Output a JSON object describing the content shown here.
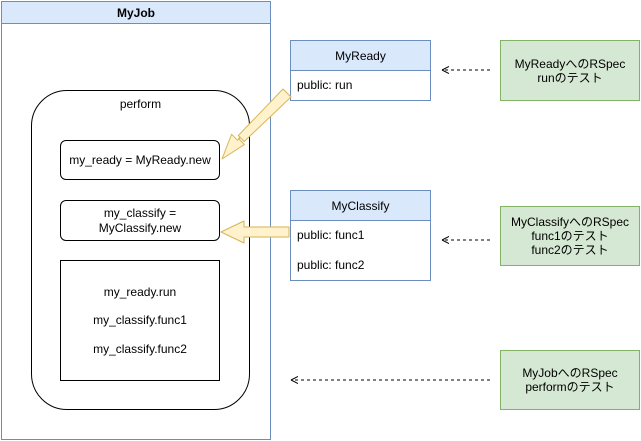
{
  "myjob": {
    "title": "MyJob"
  },
  "perform": {
    "label": "perform",
    "assign_ready": "my_ready = MyReady.new",
    "assign_classify_line1": "my_classify =",
    "assign_classify_line2": "MyClassify.new",
    "calls": [
      "my_ready.run",
      "my_classify.func1",
      "my_classify.func2"
    ]
  },
  "myready": {
    "title": "MyReady",
    "members": [
      "public: run"
    ]
  },
  "myclassify": {
    "title": "MyClassify",
    "members": [
      "public: func1",
      "public: func2"
    ]
  },
  "notes": {
    "myready": [
      "MyReadyへのRSpec",
      "runのテスト"
    ],
    "myclassify": [
      "MyClassifyへのRSpec",
      "func1のテスト",
      "func2のテスト"
    ],
    "myjob": [
      "MyJobへのRSpec",
      "performのテスト"
    ]
  },
  "colors": {
    "class_header_fill": "#dae8fc",
    "class_border": "#6c8ebf",
    "note_fill": "#d5e8d4",
    "note_border": "#82b366",
    "arrow_fill": "#fff2cc",
    "arrow_border": "#d6b656"
  }
}
